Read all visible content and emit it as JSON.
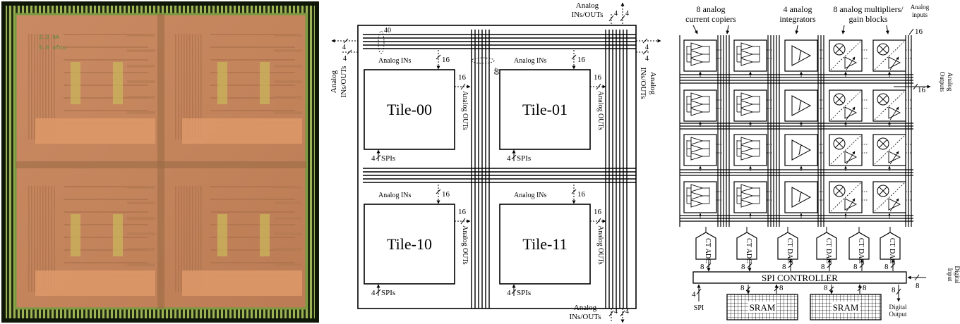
{
  "middle": {
    "tiles": [
      "Tile-00",
      "Tile-01",
      "Tile-10",
      "Tile-11"
    ],
    "analog_ins_label": "Analog INs",
    "analog_outs_label": "Analog OUTs",
    "spis_label": "SPIs",
    "num_16": "16",
    "num_4": "4",
    "num_40": "40",
    "io_label_line1": "Analog",
    "io_label_line2": "INs/OUTs"
  },
  "right": {
    "copiers_line1": "8 analog",
    "copiers_line2": "current copiers",
    "integrators_line1": "4 analog",
    "integrators_line2": "integrators",
    "mult_line1": "8 analog multipliers/",
    "mult_line2": "gain blocks",
    "analog_inputs_line1": "Analog",
    "analog_inputs_line2": "inputs",
    "analog_outputs_line1": "Analog",
    "analog_outputs_line2": "Outputs",
    "num_16": "16",
    "num_8": "8",
    "num_4": "4",
    "converters": [
      {
        "l1": "CT",
        "l2": "ADC"
      },
      {
        "l1": "CT",
        "l2": "ADC"
      },
      {
        "l1": "CT",
        "l2": "DAC"
      },
      {
        "l1": "CT",
        "l2": "DAC"
      },
      {
        "l1": "CT",
        "l2": "DAC"
      },
      {
        "l1": "CT",
        "l2": "DAC"
      }
    ],
    "spi_controller": "SPI CONTROLLER",
    "sram": "SRAM",
    "spi": "SPI",
    "digital_input_line1": "Digital",
    "digital_input_line2": "Input",
    "digital_output_line1": "Digital",
    "digital_output_line2": "Output"
  }
}
